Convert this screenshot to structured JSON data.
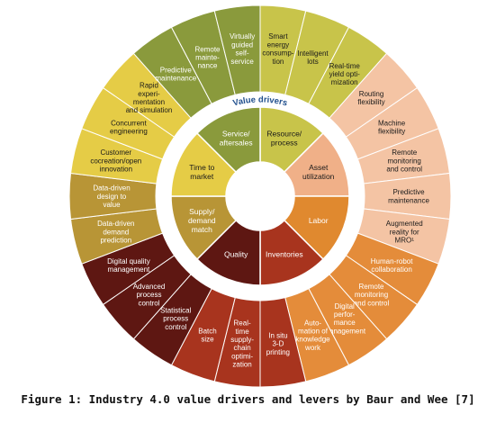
{
  "center_label": "Value drivers",
  "caption": "Figure 1: Industry 4.0 value drivers and levers by Baur and Wee [7]",
  "colors": {
    "ring": "#ffffff",
    "center_label": "#1f4e8c",
    "divider": "#ffffff"
  },
  "drivers": [
    {
      "label": "Resource/\nprocess",
      "color": "#c8c44a",
      "text_color": "#1a1a1a"
    },
    {
      "label": "Asset\nutilization",
      "color": "#f0b088",
      "text_color": "#1a1a1a"
    },
    {
      "label": "Labor",
      "color": "#e0892f",
      "text_color": "#ffffff"
    },
    {
      "label": "Inventories",
      "color": "#a8341e",
      "text_color": "#ffffff"
    },
    {
      "label": "Quality",
      "color": "#5e1712",
      "text_color": "#ffffff"
    },
    {
      "label": "Supply/\ndemand\nmatch",
      "color": "#b89536",
      "text_color": "#ffffff"
    },
    {
      "label": "Time to\nmarket",
      "color": "#e5cc46",
      "text_color": "#1a1a1a"
    },
    {
      "label": "Service/\naftersales",
      "color": "#8a9a3c",
      "text_color": "#ffffff"
    }
  ],
  "levers": [
    {
      "label": "Smart\nenergy\nconsump-\ntion",
      "group": 0,
      "color": "#c8c44a",
      "text_color": "#1a1a1a"
    },
    {
      "label": "Intelligent\nlots",
      "group": 0,
      "color": "#c8c44a",
      "text_color": "#1a1a1a"
    },
    {
      "label": "Real-time\nyield opti-\nmization",
      "group": 0,
      "color": "#c8c44a",
      "text_color": "#1a1a1a"
    },
    {
      "label": "Routing\nflexibility",
      "group": 1,
      "color": "#f4c4a4",
      "text_color": "#1a1a1a"
    },
    {
      "label": "Machine\nflexibility",
      "group": 1,
      "color": "#f4c4a4",
      "text_color": "#1a1a1a"
    },
    {
      "label": "Remote\nmonitoring\nand control",
      "group": 1,
      "color": "#f4c4a4",
      "text_color": "#1a1a1a"
    },
    {
      "label": "Predictive\nmaintenance",
      "group": 1,
      "color": "#f4c4a4",
      "text_color": "#1a1a1a"
    },
    {
      "label": "Augmented\nreality for\nMRO¹",
      "group": 1,
      "color": "#f4c4a4",
      "text_color": "#1a1a1a"
    },
    {
      "label": "Human-robot\ncollaboration",
      "group": 2,
      "color": "#e48c3a",
      "text_color": "#ffffff"
    },
    {
      "label": "Remote\nmonitoring\nand control",
      "group": 2,
      "color": "#e48c3a",
      "text_color": "#ffffff"
    },
    {
      "label": "Digital\nperfor-\nmance\nmanagement",
      "group": 2,
      "color": "#e48c3a",
      "text_color": "#ffffff"
    },
    {
      "label": "Auto-\nmation of\nknowledge\nwork",
      "group": 2,
      "color": "#e48c3a",
      "text_color": "#ffffff"
    },
    {
      "label": "In situ\n3-D\nprinting",
      "group": 3,
      "color": "#a8341e",
      "text_color": "#ffffff"
    },
    {
      "label": "Real-\ntime\nsupply-\nchain\noptimi-\nzation",
      "group": 3,
      "color": "#a8341e",
      "text_color": "#ffffff"
    },
    {
      "label": "Batch\nsize",
      "group": 3,
      "color": "#a8341e",
      "text_color": "#ffffff"
    },
    {
      "label": "Statistical\nprocess\ncontrol",
      "group": 4,
      "color": "#5e1712",
      "text_color": "#ffffff"
    },
    {
      "label": "Advanced\nprocess\ncontrol",
      "group": 4,
      "color": "#5e1712",
      "text_color": "#ffffff"
    },
    {
      "label": "Digital quality\nmanagement",
      "group": 4,
      "color": "#5e1712",
      "text_color": "#ffffff"
    },
    {
      "label": "Data-driven\ndemand\nprediction",
      "group": 5,
      "color": "#b89536",
      "text_color": "#ffffff"
    },
    {
      "label": "Data-driven\ndesign to\nvalue",
      "group": 5,
      "color": "#b89536",
      "text_color": "#ffffff"
    },
    {
      "label": "Customer\ncocreation/open\ninnovation",
      "group": 6,
      "color": "#e5cc46",
      "text_color": "#1a1a1a"
    },
    {
      "label": "Concurrent\nengineering",
      "group": 6,
      "color": "#e5cc46",
      "text_color": "#1a1a1a"
    },
    {
      "label": "Rapid\nexperi-\nmentation\nand simulation",
      "group": 6,
      "color": "#e5cc46",
      "text_color": "#1a1a1a"
    },
    {
      "label": "Predictive\nmaintenance",
      "group": 7,
      "color": "#8a9a3c",
      "text_color": "#ffffff"
    },
    {
      "label": "Remote\nmainte-\nnance",
      "group": 7,
      "color": "#8a9a3c",
      "text_color": "#ffffff"
    },
    {
      "label": "Virtually\nguided\nself-\nservice",
      "group": 7,
      "color": "#8a9a3c",
      "text_color": "#ffffff"
    }
  ]
}
